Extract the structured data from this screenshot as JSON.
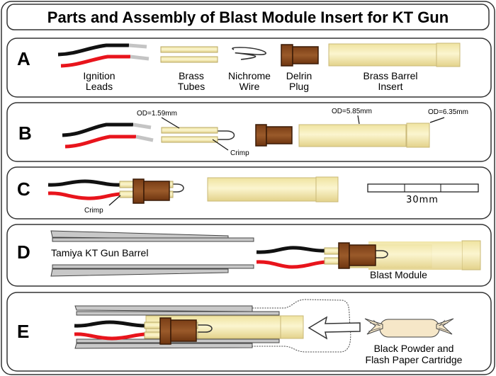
{
  "title": "Parts and Assembly of Blast Module Insert for KT Gun",
  "colors": {
    "wire_black": "#111111",
    "wire_red": "#e8141c",
    "wire_tip": "#c4c4c4",
    "brass": "#f2e6a8",
    "brass_edge": "#b8a866",
    "delrin": "#8b4a1e",
    "barrel_gray": "#c8c8c8"
  },
  "panels": {
    "a": {
      "letter": "A",
      "labels": {
        "ignition_1": "Ignition",
        "ignition_2": "Leads",
        "brass_1": "Brass",
        "brass_2": "Tubes",
        "nichrome_1": "Nichrome",
        "nichrome_2": "Wire",
        "delrin_1": "Delrin",
        "delrin_2": "Plug",
        "barrel_1": "Brass Barrel",
        "barrel_2": "Insert"
      }
    },
    "b": {
      "letter": "B",
      "od_tube": "OD=1.59mm",
      "crimp": "Crimp",
      "od_insert": "OD=5.85mm",
      "od_collar": "OD=6.35mm"
    },
    "c": {
      "letter": "C",
      "crimp": "Crimp",
      "scale_label": "30mm"
    },
    "d": {
      "letter": "D",
      "barrel_label": "Tamiya KT Gun Barrel",
      "module_label": "Blast Module"
    },
    "e": {
      "letter": "E",
      "cartridge_1": "Black Powder and",
      "cartridge_2": "Flash Paper Cartridge"
    }
  }
}
